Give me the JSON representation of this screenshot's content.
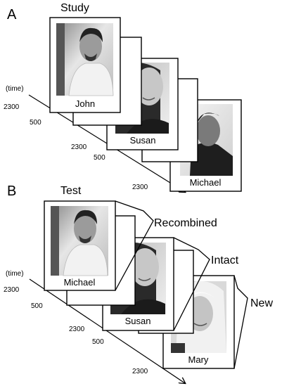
{
  "panel_a": {
    "letter": "A",
    "title": "Study",
    "time_label": "(time)",
    "faces": [
      {
        "name": "John",
        "icon": "male-face-photo"
      },
      {
        "name": "Susan",
        "icon": "female-face-photo"
      },
      {
        "name": "Michael",
        "icon": "male-face-photo"
      }
    ],
    "durations": [
      "2300",
      "500",
      "2300",
      "500",
      "2300"
    ]
  },
  "panel_b": {
    "letter": "B",
    "title": "Test",
    "time_label": "(time)",
    "faces": [
      {
        "name": "Michael",
        "icon": "male-face-photo"
      },
      {
        "name": "Susan",
        "icon": "female-face-photo"
      },
      {
        "name": "Mary",
        "icon": "female-face-photo"
      }
    ],
    "durations": [
      "2300",
      "500",
      "2300",
      "500",
      "2300"
    ],
    "categories": [
      "Recombined",
      "Intact",
      "New"
    ]
  },
  "colors": {
    "ink": "#000000",
    "paper": "#ffffff",
    "photo_light": "#dcdcdc",
    "photo_dark": "#2a2a2a"
  }
}
